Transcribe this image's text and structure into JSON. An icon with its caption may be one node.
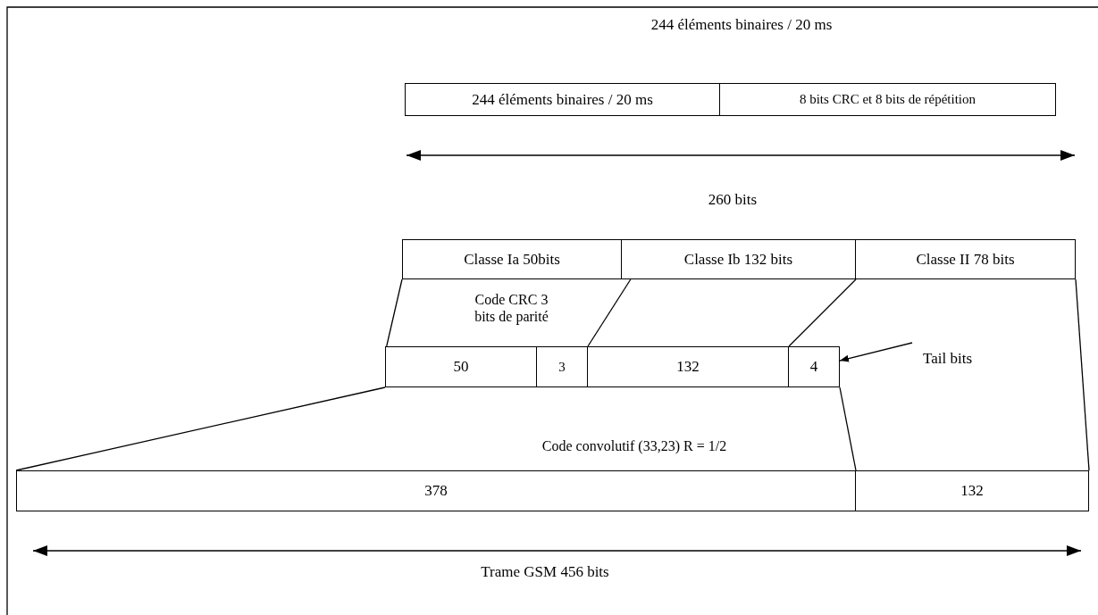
{
  "diagram": {
    "nodes": [
      {
        "text": [
          "244 éléments binaires / 20 ms"
        ]
      },
      {
        "text": [
          "8 bits CRC et 8 bits de répétition"
        ]
      },
      {
        "text": [
          "Classe Ia 50bits"
        ]
      },
      {
        "text": [
          "Classe Ib 132 bits"
        ]
      },
      {
        "text": [
          "Classe II 78 bits"
        ]
      },
      {
        "text": [
          "50"
        ]
      },
      {
        "text": [
          "3"
        ]
      },
      {
        "text": [
          "132"
        ]
      },
      {
        "text": [
          "4"
        ]
      },
      {
        "text": [
          "378"
        ]
      },
      {
        "text": [
          "132"
        ]
      },
      {
        "text": [
          "Tail bits"
        ]
      }
    ],
    "edges": [
      {
        "from": 2,
        "to": 5,
        "arrow": "none"
      },
      {
        "from": 2,
        "to": 6,
        "arrow": "none"
      },
      {
        "from": 3,
        "to": 7,
        "arrow": "none"
      },
      {
        "from": 11,
        "to": 8,
        "arrow": "to"
      },
      {
        "from": 5,
        "to": 9,
        "arrow": "none"
      },
      {
        "from": 8,
        "to": 9,
        "arrow": "none"
      },
      {
        "from": 4,
        "to": 10,
        "arrow": "none"
      }
    ],
    "labels": [
      "244 éléments binaires / 20 ms",
      "260 bits",
      "Code CRC 3 bits de parité",
      "Code convolutif (33,23) R = 1/2",
      "Trame GSM 456 bits"
    ]
  }
}
